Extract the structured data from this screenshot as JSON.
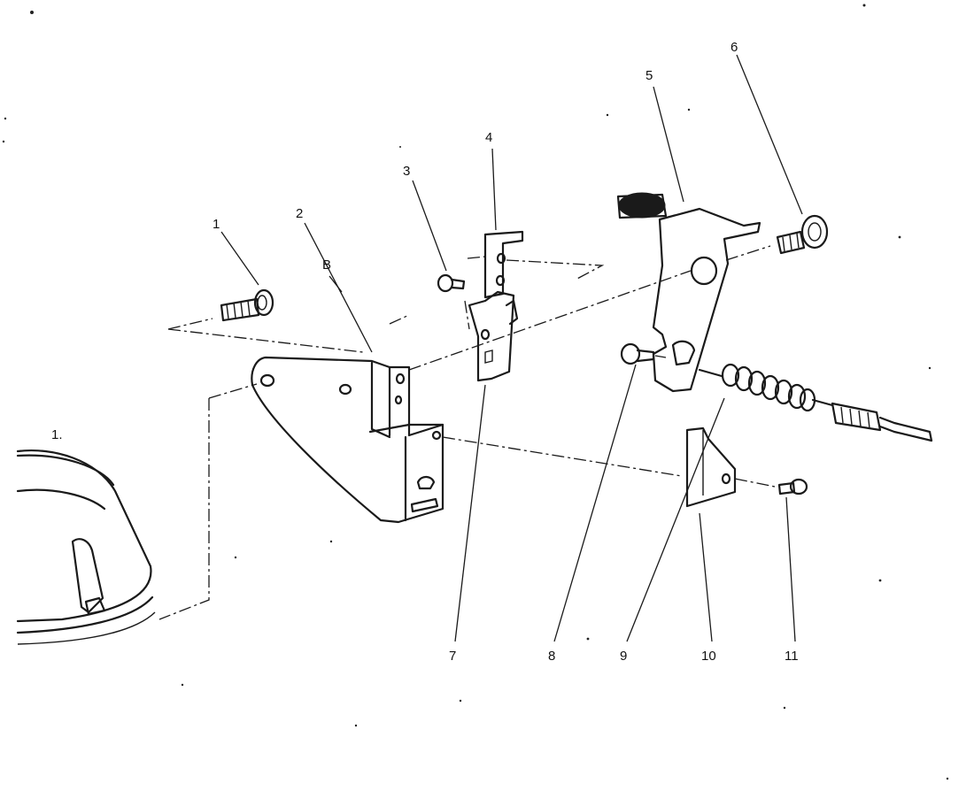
{
  "callouts": [
    {
      "id": "1",
      "label": "1"
    },
    {
      "id": "2",
      "label": "2"
    },
    {
      "id": "3",
      "label": "3"
    },
    {
      "id": "4",
      "label": "4"
    },
    {
      "id": "5",
      "label": "5"
    },
    {
      "id": "6",
      "label": "6"
    },
    {
      "id": "7",
      "label": "7"
    },
    {
      "id": "8",
      "label": "8"
    },
    {
      "id": "9",
      "label": "9"
    },
    {
      "id": "10",
      "label": "10"
    },
    {
      "id": "11",
      "label": "11"
    }
  ],
  "sub_labels": {
    "bracket_b": "B",
    "base_mark": "1."
  }
}
